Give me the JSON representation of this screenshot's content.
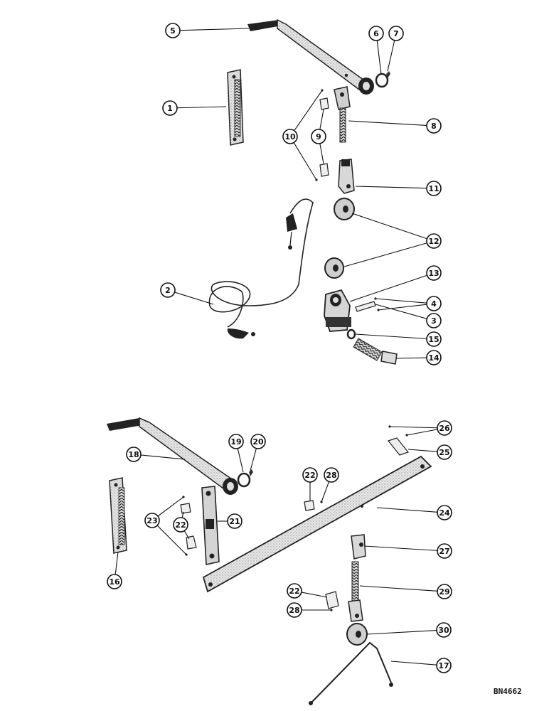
{
  "diagram": {
    "drawing_number": "BN4662",
    "callouts": [
      "5",
      "6",
      "7",
      "1",
      "8",
      "9",
      "10",
      "11",
      "12",
      "13",
      "4",
      "3",
      "2",
      "15",
      "14",
      "26",
      "25",
      "18",
      "19",
      "20",
      "22",
      "28",
      "24",
      "23",
      "22",
      "21",
      "27",
      "16",
      "22",
      "29",
      "28",
      "30",
      "17"
    ]
  }
}
